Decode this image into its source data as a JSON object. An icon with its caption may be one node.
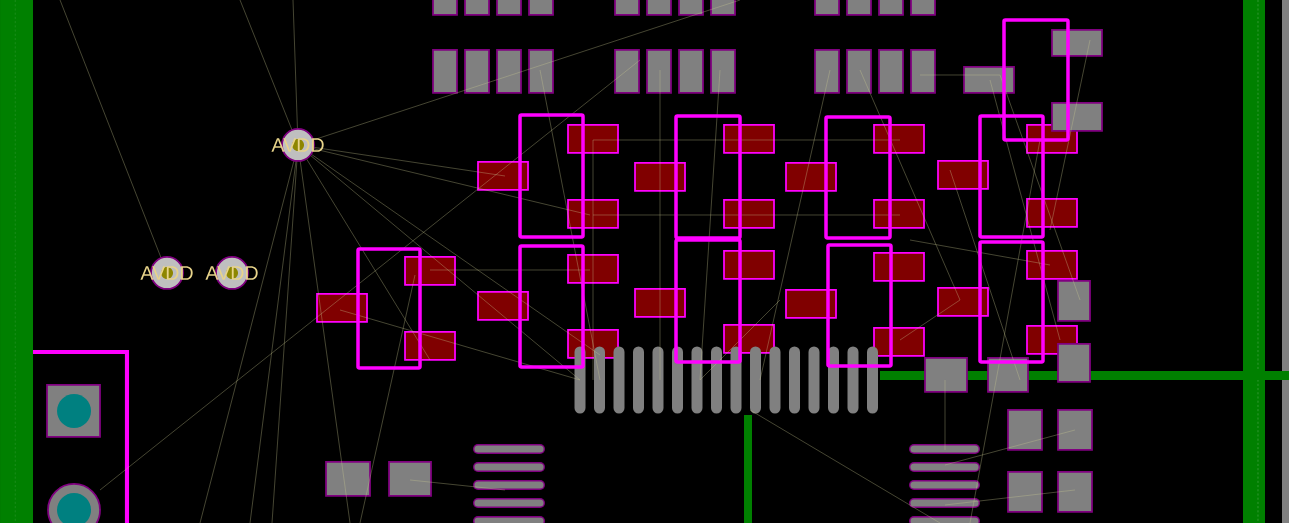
{
  "diagram": {
    "labels": [
      "AVDD",
      "AVDD",
      "AVDD"
    ]
  }
}
